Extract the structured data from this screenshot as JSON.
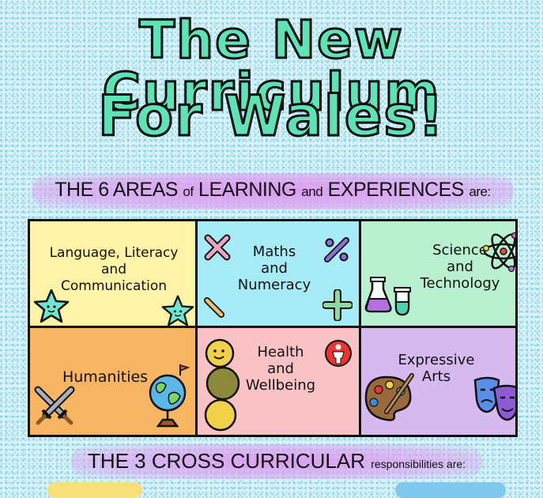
{
  "title": {
    "line1": "The New Curriculum",
    "line2": "For Wales!"
  },
  "areas_heading": {
    "part1": "THE 6 AREAS ",
    "part2": "of",
    "part3": " LEARNING ",
    "part4": "and",
    "part5": " EXPERIENCES ",
    "part6": "are:"
  },
  "areas": [
    {
      "label": "Language, Literacy\nand\nCommunication",
      "color": "#fff3a8",
      "icons": [
        "star-icon",
        "star-icon"
      ]
    },
    {
      "label": "Maths\nand\nNumeracy",
      "color": "#a6ebf6",
      "icons": [
        "multiply-icon",
        "percent-icon",
        "minus-icon",
        "plus-icon"
      ]
    },
    {
      "label": "Science\nand\nTechnology",
      "color": "#b9f0d0",
      "icons": [
        "atom-icon",
        "flask-icon"
      ]
    },
    {
      "label": "Humanities",
      "color": "#f7b564",
      "icons": [
        "crossed-swords-icon",
        "globe-icon"
      ]
    },
    {
      "label": "Health\nand\nWellbeing",
      "color": "#f9c3c6",
      "icons": [
        "food-stack-icon",
        "person-icon"
      ]
    },
    {
      "label": "Expressive\nArts",
      "color": "#d6b9ef",
      "icons": [
        "palette-icon",
        "theatre-masks-icon"
      ]
    }
  ],
  "cross_heading": {
    "part1": "THE 3 CROSS CURRICULAR ",
    "part2": "responsibilities are:"
  }
}
